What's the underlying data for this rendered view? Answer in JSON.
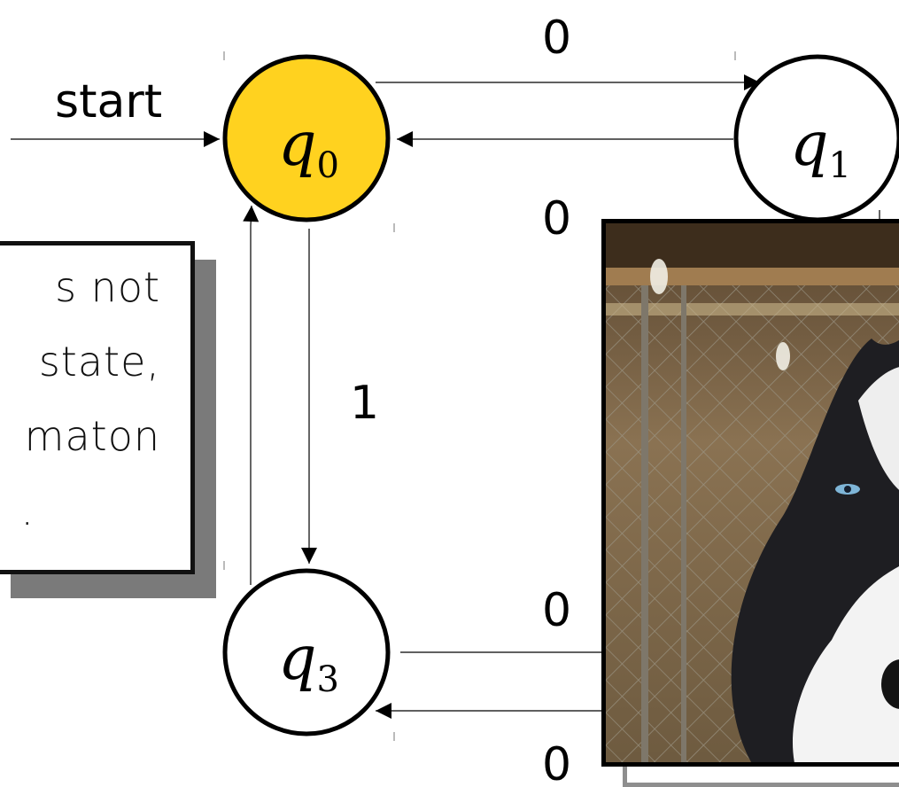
{
  "diagram": {
    "start_label": "start",
    "states": [
      {
        "id": "q0",
        "main": "q",
        "sub": "0",
        "fill": "#ffd21f"
      },
      {
        "id": "q1",
        "main": "q",
        "sub": "1",
        "fill": "#ffffff"
      },
      {
        "id": "q3",
        "main": "q",
        "sub": "3",
        "fill": "#ffffff"
      }
    ],
    "edge_labels": {
      "q0_q1": "0",
      "q1_q0": "0",
      "q0_q3": "1",
      "right_to_q3_upper": "0",
      "right_to_q3_lower": "0"
    }
  },
  "note": {
    "lines": [
      "s not",
      "state,",
      "maton",
      "."
    ]
  },
  "colors": {
    "accent_state": "#ffd21f",
    "stroke": "#000000",
    "shadow": "#7a7a7a"
  }
}
